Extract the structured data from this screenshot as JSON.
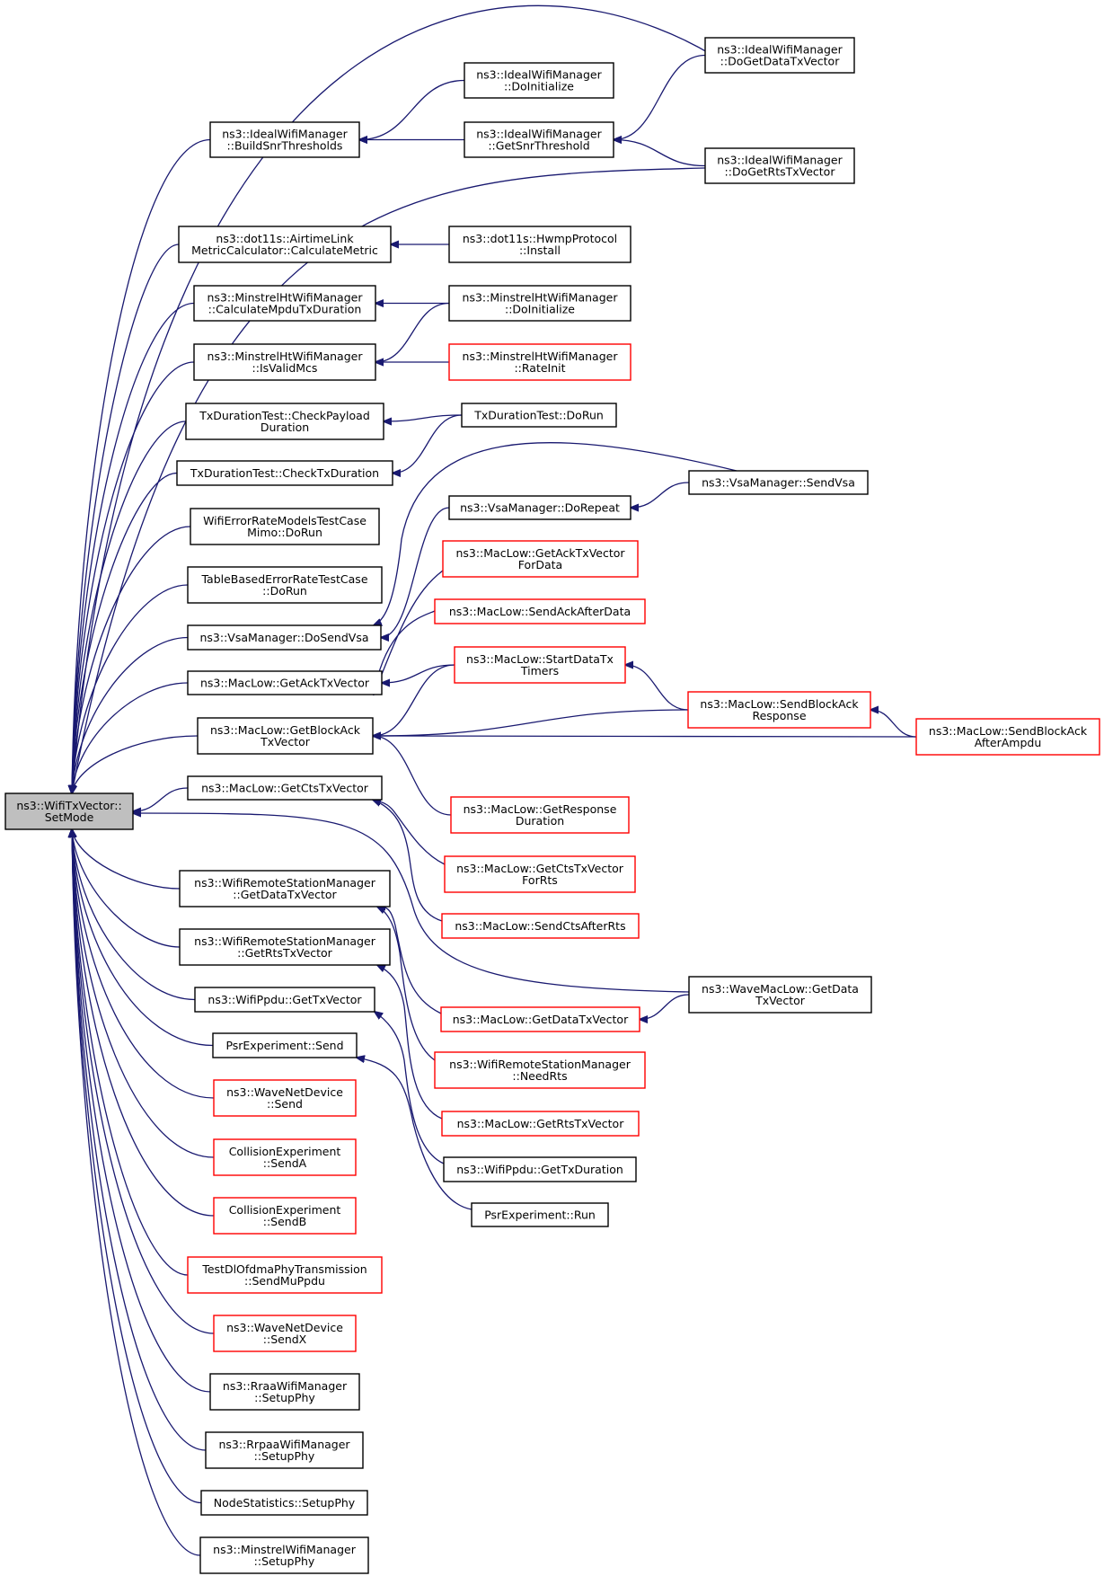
{
  "graph": {
    "edge_color": "#191970",
    "node_border": "#000000",
    "truncated_border": "#ff0000",
    "root_fill": "#bfbfbf",
    "nodes": [
      {
        "id": "root",
        "lines": [
          "ns3::WifiTxVector::",
          "SetMode"
        ],
        "style": "root"
      },
      {
        "id": "ideal_build",
        "lines": [
          "ns3::IdealWifiManager",
          "::BuildSnrThresholds"
        ],
        "style": "normal"
      },
      {
        "id": "ideal_doinit",
        "lines": [
          "ns3::IdealWifiManager",
          "::DoInitialize"
        ],
        "style": "normal"
      },
      {
        "id": "ideal_getsnr",
        "lines": [
          "ns3::IdealWifiManager",
          "::GetSnrThreshold"
        ],
        "style": "normal"
      },
      {
        "id": "ideal_dogetdata",
        "lines": [
          "ns3::IdealWifiManager",
          "::DoGetDataTxVector"
        ],
        "style": "normal"
      },
      {
        "id": "ideal_dogetrts",
        "lines": [
          "ns3::IdealWifiManager",
          "::DoGetRtsTxVector"
        ],
        "style": "normal"
      },
      {
        "id": "airtime",
        "lines": [
          "ns3::dot11s::AirtimeLink",
          "MetricCalculator::CalculateMetric"
        ],
        "style": "normal"
      },
      {
        "id": "hwmp",
        "lines": [
          "ns3::dot11s::HwmpProtocol",
          "::Install"
        ],
        "style": "normal"
      },
      {
        "id": "minht_calc",
        "lines": [
          "ns3::MinstrelHtWifiManager",
          "::CalculateMpduTxDuration"
        ],
        "style": "normal"
      },
      {
        "id": "minht_doinit",
        "lines": [
          "ns3::MinstrelHtWifiManager",
          "::DoInitialize"
        ],
        "style": "normal"
      },
      {
        "id": "minht_isvalid",
        "lines": [
          "ns3::MinstrelHtWifiManager",
          "::IsValidMcs"
        ],
        "style": "normal"
      },
      {
        "id": "minht_rateinit",
        "lines": [
          "ns3::MinstrelHtWifiManager",
          "::RateInit"
        ],
        "style": "red"
      },
      {
        "id": "txdur_checkpayload",
        "lines": [
          "TxDurationTest::CheckPayload",
          "Duration"
        ],
        "style": "normal"
      },
      {
        "id": "txdur_dorun",
        "lines": [
          "TxDurationTest::DoRun"
        ],
        "style": "normal"
      },
      {
        "id": "txdur_checktx",
        "lines": [
          "TxDurationTest::CheckTxDuration"
        ],
        "style": "normal"
      },
      {
        "id": "vsa_sendvsa",
        "lines": [
          "ns3::VsaManager::SendVsa"
        ],
        "style": "normal"
      },
      {
        "id": "vsa_dorepeat",
        "lines": [
          "ns3::VsaManager::DoRepeat"
        ],
        "style": "normal"
      },
      {
        "id": "wifierr_mimo",
        "lines": [
          "WifiErrorRateModelsTestCase",
          "Mimo::DoRun"
        ],
        "style": "normal"
      },
      {
        "id": "macl_getackfordata",
        "lines": [
          "ns3::MacLow::GetAckTxVector",
          "ForData"
        ],
        "style": "red"
      },
      {
        "id": "tablebased",
        "lines": [
          "TableBasedErrorRateTestCase",
          "::DoRun"
        ],
        "style": "normal"
      },
      {
        "id": "macl_sendackafter",
        "lines": [
          "ns3::MacLow::SendAckAfterData"
        ],
        "style": "red"
      },
      {
        "id": "vsa_dosendvsa",
        "lines": [
          "ns3::VsaManager::DoSendVsa"
        ],
        "style": "normal"
      },
      {
        "id": "macl_startdata",
        "lines": [
          "ns3::MacLow::StartDataTx",
          "Timers"
        ],
        "style": "red"
      },
      {
        "id": "macl_getack",
        "lines": [
          "ns3::MacLow::GetAckTxVector"
        ],
        "style": "normal"
      },
      {
        "id": "macl_sendblockresp",
        "lines": [
          "ns3::MacLow::SendBlockAck",
          "Response"
        ],
        "style": "red"
      },
      {
        "id": "macl_getblockack",
        "lines": [
          "ns3::MacLow::GetBlockAck",
          "TxVector"
        ],
        "style": "normal"
      },
      {
        "id": "macl_sendblockafter",
        "lines": [
          "ns3::MacLow::SendBlockAck",
          "AfterAmpdu"
        ],
        "style": "red"
      },
      {
        "id": "macl_getcts",
        "lines": [
          "ns3::MacLow::GetCtsTxVector"
        ],
        "style": "normal"
      },
      {
        "id": "macl_getresp",
        "lines": [
          "ns3::MacLow::GetResponse",
          "Duration"
        ],
        "style": "red"
      },
      {
        "id": "macl_getctsforrts",
        "lines": [
          "ns3::MacLow::GetCtsTxVector",
          "ForRts"
        ],
        "style": "red"
      },
      {
        "id": "wrsm_getdata",
        "lines": [
          "ns3::WifiRemoteStationManager",
          "::GetDataTxVector"
        ],
        "style": "normal"
      },
      {
        "id": "macl_sendctsafter",
        "lines": [
          "ns3::MacLow::SendCtsAfterRts"
        ],
        "style": "red"
      },
      {
        "id": "wrsm_getrts",
        "lines": [
          "ns3::WifiRemoteStationManager",
          "::GetRtsTxVector"
        ],
        "style": "normal"
      },
      {
        "id": "wave_getdata",
        "lines": [
          "ns3::WaveMacLow::GetData",
          "TxVector"
        ],
        "style": "normal"
      },
      {
        "id": "wifippdu_gettx",
        "lines": [
          "ns3::WifiPpdu::GetTxVector"
        ],
        "style": "normal"
      },
      {
        "id": "macl_getdata",
        "lines": [
          "ns3::MacLow::GetDataTxVector"
        ],
        "style": "red"
      },
      {
        "id": "psr_send",
        "lines": [
          "PsrExperiment::Send"
        ],
        "style": "normal"
      },
      {
        "id": "wrsm_needrts",
        "lines": [
          "ns3::WifiRemoteStationManager",
          "::NeedRts"
        ],
        "style": "red"
      },
      {
        "id": "wavenet_send",
        "lines": [
          "ns3::WaveNetDevice",
          "::Send"
        ],
        "style": "red"
      },
      {
        "id": "macl_getrts",
        "lines": [
          "ns3::MacLow::GetRtsTxVector"
        ],
        "style": "red"
      },
      {
        "id": "coll_senda",
        "lines": [
          "CollisionExperiment",
          "::SendA"
        ],
        "style": "red"
      },
      {
        "id": "wifippdu_getdur",
        "lines": [
          "ns3::WifiPpdu::GetTxDuration"
        ],
        "style": "normal"
      },
      {
        "id": "coll_sendb",
        "lines": [
          "CollisionExperiment",
          "::SendB"
        ],
        "style": "red"
      },
      {
        "id": "psr_run",
        "lines": [
          "PsrExperiment::Run"
        ],
        "style": "normal"
      },
      {
        "id": "testdl",
        "lines": [
          "TestDlOfdmaPhyTransmission",
          "::SendMuPpdu"
        ],
        "style": "red"
      },
      {
        "id": "wavenet_sendx",
        "lines": [
          "ns3::WaveNetDevice",
          "::SendX"
        ],
        "style": "red"
      },
      {
        "id": "rraa_setup",
        "lines": [
          "ns3::RraaWifiManager",
          "::SetupPhy"
        ],
        "style": "normal"
      },
      {
        "id": "rrpaa_setup",
        "lines": [
          "ns3::RrpaaWifiManager",
          "::SetupPhy"
        ],
        "style": "normal"
      },
      {
        "id": "nodestats_setup",
        "lines": [
          "NodeStatistics::SetupPhy"
        ],
        "style": "normal"
      },
      {
        "id": "minstrel_setup",
        "lines": [
          "ns3::MinstrelWifiManager",
          "::SetupPhy"
        ],
        "style": "normal"
      }
    ],
    "edges": [
      [
        "ideal_build",
        "root"
      ],
      [
        "ideal_dogetdata",
        "root"
      ],
      [
        "ideal_dogetrts",
        "root"
      ],
      [
        "airtime",
        "root"
      ],
      [
        "minht_calc",
        "root"
      ],
      [
        "minht_isvalid",
        "root"
      ],
      [
        "txdur_checkpayload",
        "root"
      ],
      [
        "txdur_checktx",
        "root"
      ],
      [
        "wifierr_mimo",
        "root"
      ],
      [
        "tablebased",
        "root"
      ],
      [
        "vsa_dosendvsa",
        "root"
      ],
      [
        "macl_getack",
        "root"
      ],
      [
        "macl_getblockack",
        "root"
      ],
      [
        "macl_getcts",
        "root"
      ],
      [
        "wave_getdata",
        "root"
      ],
      [
        "wrsm_getdata",
        "root"
      ],
      [
        "wrsm_getrts",
        "root"
      ],
      [
        "wifippdu_gettx",
        "root"
      ],
      [
        "psr_send",
        "root"
      ],
      [
        "wavenet_send",
        "root"
      ],
      [
        "coll_senda",
        "root"
      ],
      [
        "coll_sendb",
        "root"
      ],
      [
        "testdl",
        "root"
      ],
      [
        "wavenet_sendx",
        "root"
      ],
      [
        "rraa_setup",
        "root"
      ],
      [
        "rrpaa_setup",
        "root"
      ],
      [
        "nodestats_setup",
        "root"
      ],
      [
        "minstrel_setup",
        "root"
      ],
      [
        "ideal_doinit",
        "ideal_build"
      ],
      [
        "ideal_getsnr",
        "ideal_build"
      ],
      [
        "ideal_dogetdata",
        "ideal_getsnr"
      ],
      [
        "ideal_dogetrts",
        "ideal_getsnr"
      ],
      [
        "hwmp",
        "airtime"
      ],
      [
        "minht_doinit",
        "minht_calc"
      ],
      [
        "minht_doinit",
        "minht_isvalid"
      ],
      [
        "minht_rateinit",
        "minht_isvalid"
      ],
      [
        "txdur_dorun",
        "txdur_checkpayload"
      ],
      [
        "txdur_dorun",
        "txdur_checktx"
      ],
      [
        "vsa_sendvsa",
        "vsa_dorepeat"
      ],
      [
        "vsa_sendvsa",
        "vsa_dosendvsa"
      ],
      [
        "vsa_dorepeat",
        "vsa_dosendvsa"
      ],
      [
        "macl_getackfordata",
        "macl_getack"
      ],
      [
        "macl_sendackafter",
        "macl_getack"
      ],
      [
        "macl_startdata",
        "macl_getack"
      ],
      [
        "macl_startdata",
        "macl_getblockack"
      ],
      [
        "macl_sendblockresp",
        "macl_getblockack"
      ],
      [
        "macl_sendblockafter",
        "macl_getblockack"
      ],
      [
        "macl_sendblockresp",
        "macl_startdata"
      ],
      [
        "macl_sendblockafter",
        "macl_sendblockresp"
      ],
      [
        "macl_getresp",
        "macl_getblockack"
      ],
      [
        "macl_getctsforrts",
        "macl_getcts"
      ],
      [
        "macl_sendctsafter",
        "macl_getcts"
      ],
      [
        "macl_getdata",
        "wrsm_getdata"
      ],
      [
        "wrsm_needrts",
        "wrsm_getdata"
      ],
      [
        "macl_getrts",
        "wrsm_getrts"
      ],
      [
        "wave_getdata",
        "macl_getdata"
      ],
      [
        "wifippdu_getdur",
        "wifippdu_gettx"
      ],
      [
        "psr_run",
        "psr_send"
      ]
    ]
  }
}
